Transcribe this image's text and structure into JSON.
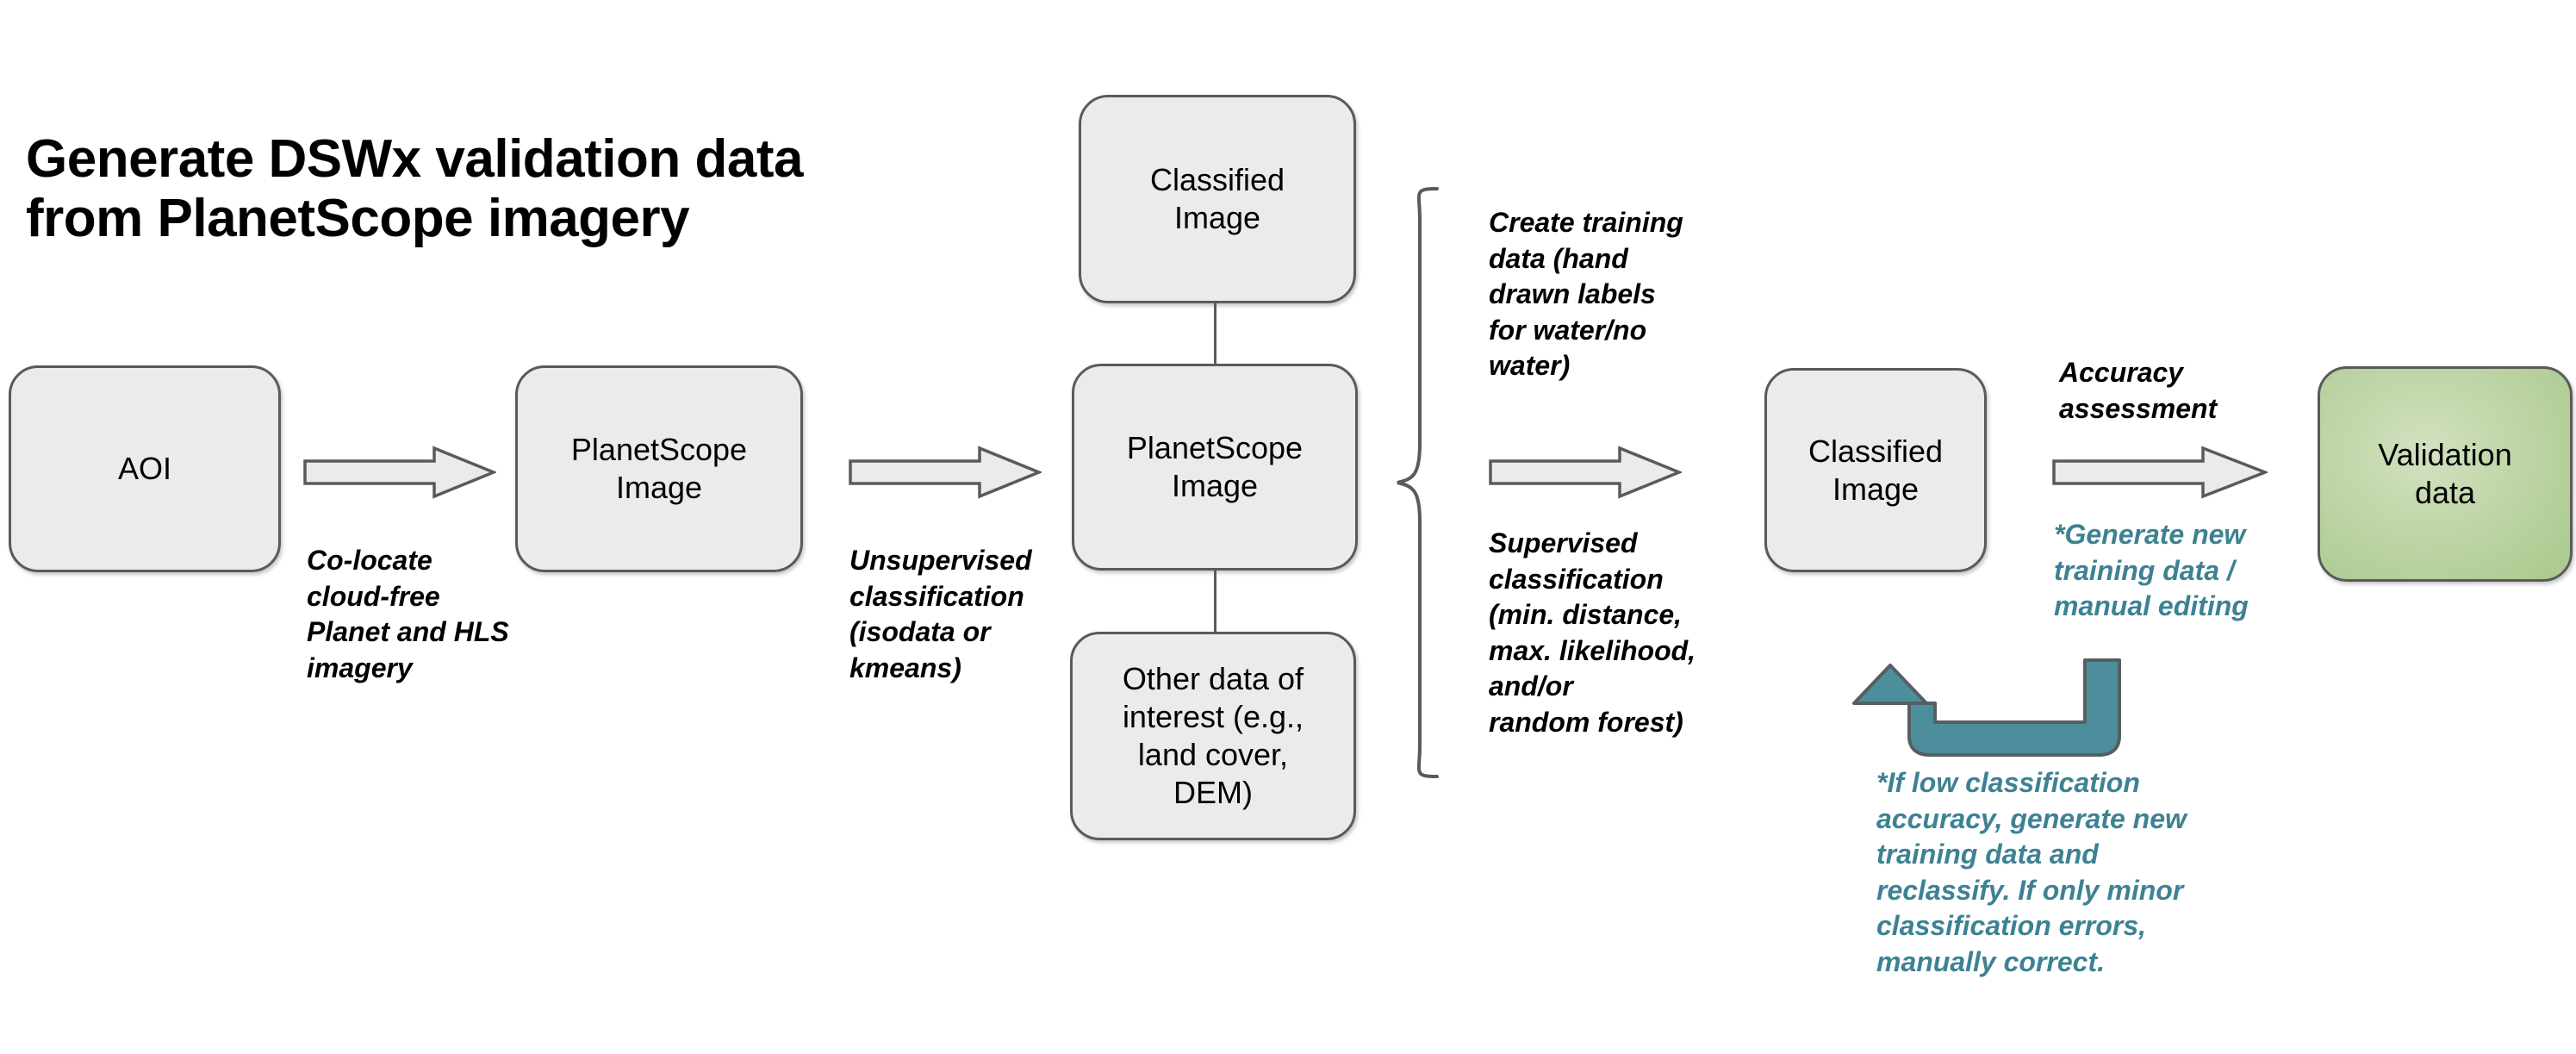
{
  "title": "Generate DSWx validation data\nfrom PlanetScope imagery",
  "colors": {
    "box_fill": "#ebebeb",
    "box_border": "#5a5a5a",
    "arrow_fill": "#ebebeb",
    "arrow_border": "#5a5a5a",
    "teal": "#3d8293",
    "teal_arrow_fill": "#4d8e9d",
    "validation_green": "#a9c98c",
    "text": "#000000"
  },
  "boxes": {
    "aoi": {
      "label": "AOI"
    },
    "planetscope_1": {
      "label": "PlanetScope\nImage"
    },
    "classified_top": {
      "label": "Classified\nImage"
    },
    "planetscope_2": {
      "label": "PlanetScope\nImage"
    },
    "other_data": {
      "label": "Other data of\ninterest (e.g.,\nland cover,\nDEM)"
    },
    "classified_right": {
      "label": "Classified\nImage"
    },
    "validation": {
      "label": "Validation\ndata"
    }
  },
  "captions": {
    "colocate": "Co-locate\ncloud-free\nPlanet and HLS\nimagery",
    "unsupervised": "Unsupervised\nclassification\n(isodata or\nkmeans)",
    "create_training": "Create training\ndata (hand\ndrawn labels\nfor water/no\nwater)",
    "supervised": "Supervised\nclassification\n(min. distance,\nmax. likelihood,\nand/or\nrandom forest)",
    "accuracy": "Accuracy\nassessment",
    "generate_new": "*Generate new\ntraining data /\nmanual editing",
    "if_low_accuracy": "*If low classification\naccuracy, generate new\ntraining data and\nreclassify. If only minor\nclassification errors,\nmanually correct."
  }
}
